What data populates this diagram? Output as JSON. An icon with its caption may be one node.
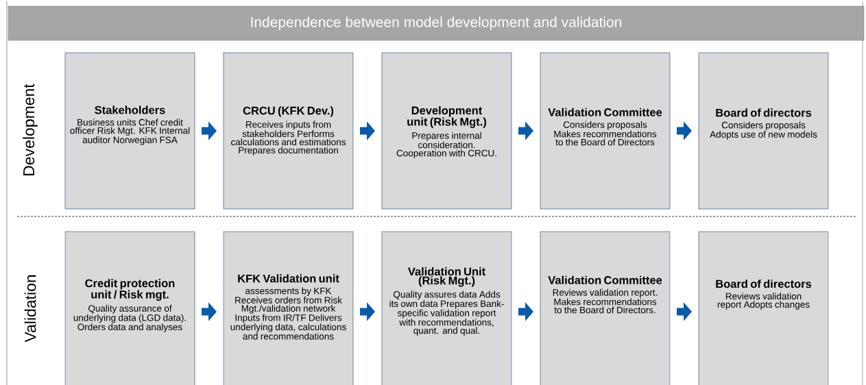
{
  "diagram": {
    "title": "Independence between model development and validation",
    "nodes": [
      {
        "text": [
          "Stakeholders",
          "Business units Chef credit officer Risk Mgt. KFK Internal auditor Norwegian FSA"
        ]
      },
      {
        "text": [
          "CRCU (KFK Dev.)",
          "Receives inputs from stakeholders Performs calculations and estimations Prepares documentation"
        ]
      },
      {
        "text": [
          "Development unit (Risk Mgt.)",
          "Prepares internal consideration. Cooperation with CRCU."
        ]
      },
      {
        "text": [
          "Validation Committee",
          "Considers proposals Makes recommendations to the Board of Directors"
        ]
      },
      {
        "text": [
          "Board of directors",
          "Considers proposals Adopts use of new models"
        ]
      },
      {
        "text": [
          "Credit protection unit / Risk mgt.",
          "Quality assurance of underlying data (LGD data). Orders data and analyses"
        ]
      },
      {
        "text": [
          "KFK Validation unit",
          "assessments by KFK Receives orders from Risk Mgt./validation network Inputs from IR/TF Delivers underlying data, calculations and recommendations"
        ]
      },
      {
        "text": [
          "Validation Unit (Risk Mgt.)",
          "Quality assures data Adds its own data Prepares Bank-specific validation report with recommendations, quant. and qual."
        ]
      },
      {
        "text": [
          "Validation Committee",
          "Reviews validation report. Makes recommendations to the Board of Directors."
        ]
      },
      {
        "text": [
          "Board of directors",
          "Reviews validation report Adopts changes"
        ]
      }
    ],
    "edges": [
      {
        "from": 0,
        "to": 1,
        "arrow": "to"
      },
      {
        "from": 1,
        "to": 2,
        "arrow": "to"
      },
      {
        "from": 2,
        "to": 3,
        "arrow": "to"
      },
      {
        "from": 3,
        "to": 4,
        "arrow": "to"
      },
      {
        "from": 5,
        "to": 6,
        "arrow": "to"
      },
      {
        "from": 6,
        "to": 7,
        "arrow": "to"
      },
      {
        "from": 7,
        "to": 8,
        "arrow": "to"
      },
      {
        "from": 8,
        "to": 9,
        "arrow": "to"
      }
    ],
    "labels": [
      "Development",
      "Validation"
    ]
  }
}
